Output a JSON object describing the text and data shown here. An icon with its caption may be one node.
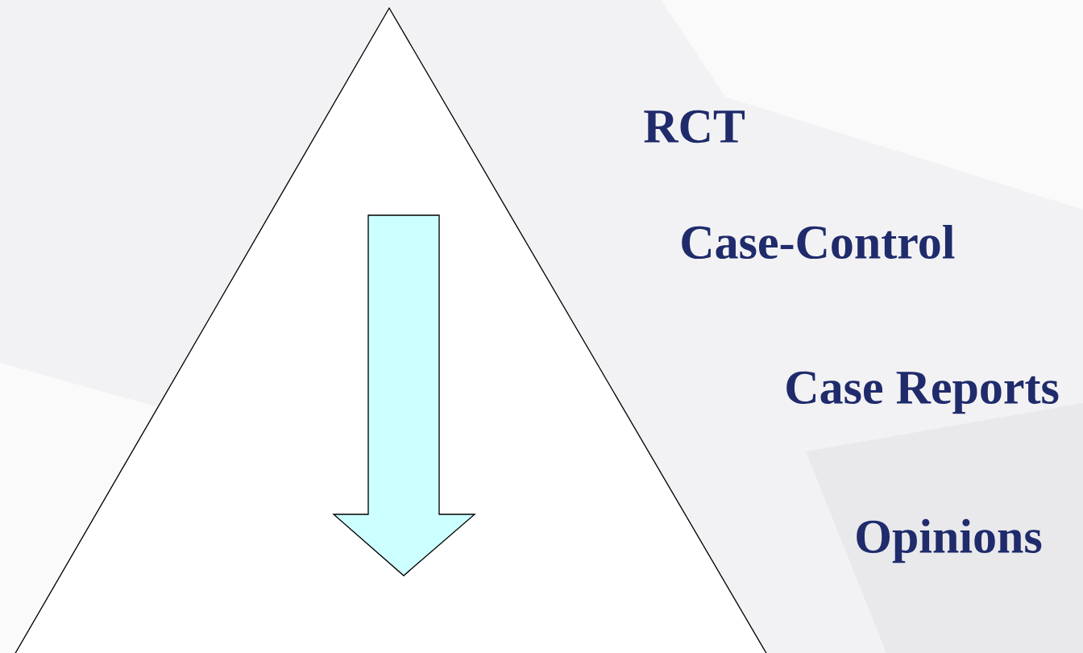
{
  "diagram": {
    "labels": [
      "RCT",
      "Case-Control",
      "Case Reports",
      "Opinions"
    ]
  }
}
